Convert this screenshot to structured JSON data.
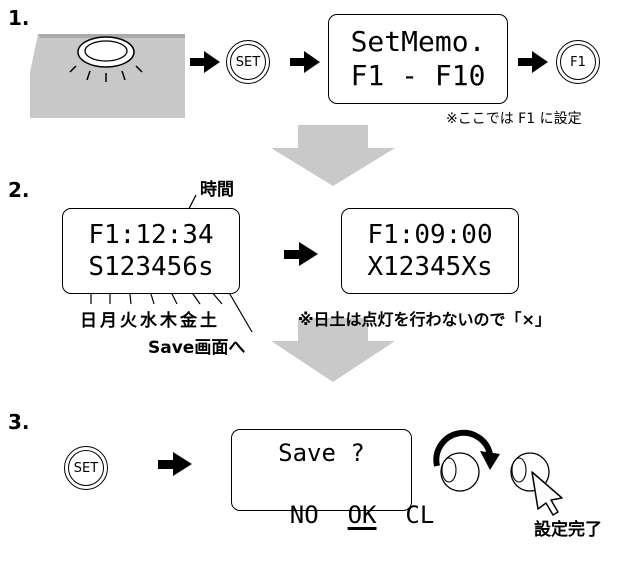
{
  "steps": {
    "one": "1.",
    "two": "2.",
    "three": "3."
  },
  "step1": {
    "set_button": "SET",
    "display_line1": "SetMemo.",
    "display_line2": "F1 - F10",
    "f1_button": "F1",
    "note": "※ここでは F1 に設定"
  },
  "step2": {
    "time_label": "時間",
    "display_a_line1": "F1:12:34",
    "display_a_line2": "S123456s",
    "display_b_line1": "F1:09:00",
    "display_b_line2": "X12345Xs",
    "weekdays": "日月火水木金土",
    "save_label": "Save画面へ",
    "note": "※日土は点灯を行わないので「×」"
  },
  "step3": {
    "set_button": "SET",
    "display_line1": "Save ?",
    "opt_no": "NO",
    "opt_ok": "OK",
    "opt_cl": "CL",
    "done_label": "設定完了"
  },
  "colors": {
    "pad": "#c8c8c8",
    "big_arrow": "#c9c9c9",
    "ink": "#000000"
  }
}
